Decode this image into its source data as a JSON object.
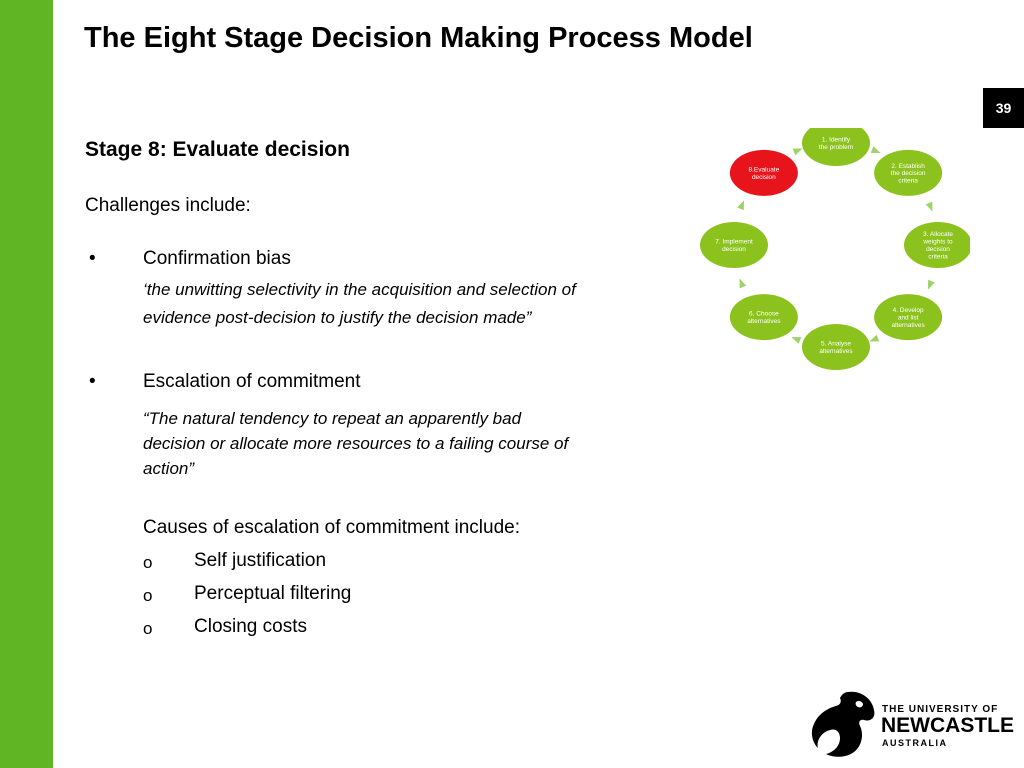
{
  "slide": {
    "title": "The Eight Stage Decision Making Process Model",
    "page_number": "39"
  },
  "content": {
    "stage_heading": "Stage 8: Evaluate decision",
    "intro": "Challenges include:",
    "bullet_symbol": "•",
    "bullets": [
      {
        "label": "Confirmation bias",
        "quote_lines": [
          "‘the unwitting selectivity in the acquisition and selection of",
          "evidence post-decision to justify the decision made”"
        ]
      },
      {
        "label": "Escalation of commitment",
        "quote_lines": [
          "“The natural tendency to repeat an apparently bad",
          "decision or allocate more resources to a failing course of",
          "action”"
        ]
      }
    ],
    "causes_heading": "Causes of escalation of commitment include:",
    "sub_marker": "o",
    "causes": [
      "Self justification",
      "Perceptual filtering",
      "Closing costs"
    ]
  },
  "diagram": {
    "colors": {
      "stage": "#8cc21e",
      "active": "#e8141c",
      "arrow": "#9ed36a"
    },
    "active_stage": 8,
    "stages": [
      {
        "lines": [
          "1. Identify",
          "the problem"
        ]
      },
      {
        "lines": [
          "2. Establish",
          "the decision",
          "criteria"
        ]
      },
      {
        "lines": [
          "3. Allocate",
          "weights to",
          "decision",
          "criteria"
        ]
      },
      {
        "lines": [
          "4. Develop",
          "and list",
          "alternatives"
        ]
      },
      {
        "lines": [
          "5. Analyse",
          "alternatives"
        ]
      },
      {
        "lines": [
          "6. Choose",
          "alternatives"
        ]
      },
      {
        "lines": [
          "7. Implement",
          "decision"
        ]
      },
      {
        "lines": [
          "8.Evaluate",
          "decision"
        ]
      }
    ]
  },
  "logo": {
    "line1": "THE UNIVERSITY OF",
    "line2": "NEWCASTLE",
    "line3": "AUSTRALIA"
  },
  "colors": {
    "sidebar": "#5fb524"
  }
}
